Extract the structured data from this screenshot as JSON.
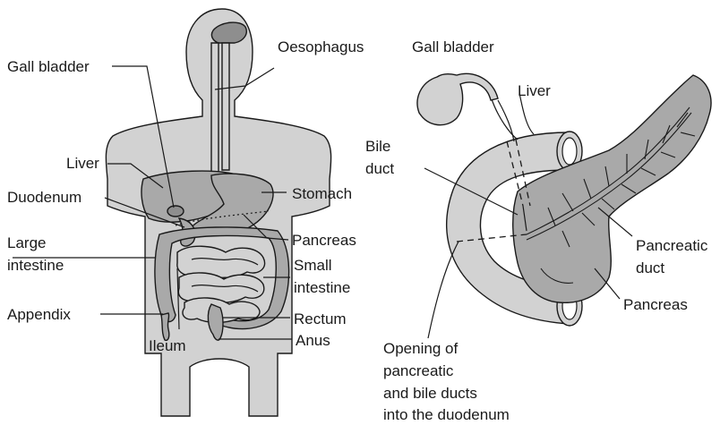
{
  "left_diagram": {
    "labels": {
      "oesophagus": "Oesophagus",
      "gall_bladder": "Gall bladder",
      "liver": "Liver",
      "duodenum": "Duodenum",
      "stomach": "Stomach",
      "large_intestine_1": "Large",
      "large_intestine_2": "intestine",
      "pancreas": "Pancreas",
      "small_intestine_1": "Small",
      "small_intestine_2": "intestine",
      "appendix": "Appendix",
      "rectum": "Rectum",
      "ileum": "Ileum",
      "anus": "Anus"
    }
  },
  "right_diagram": {
    "labels": {
      "gall_bladder": "Gall bladder",
      "liver": "Liver",
      "bile_duct_1": "Bile",
      "bile_duct_2": "duct",
      "pancreatic_duct_1": "Pancreatic",
      "pancreatic_duct_2": "duct",
      "pancreas": "Pancreas",
      "opening_1": "Opening of",
      "opening_2": "pancreatic",
      "opening_3": "and bile ducts",
      "opening_4": "into the duodenum"
    }
  },
  "colors": {
    "organ_fill": "#a9a9a9",
    "organ_light": "#d2d2d2",
    "body_fill": "#d2d2d2",
    "line": "#1a1a1a"
  }
}
